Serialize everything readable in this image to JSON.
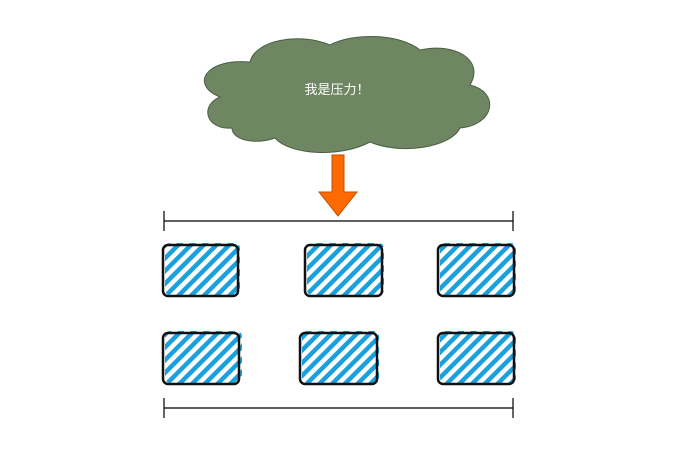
{
  "cloud": {
    "label": "我是压力！",
    "fill_color": "#6e8762",
    "stroke_color": "#4a5e42"
  },
  "arrow": {
    "color": "#ff6a00",
    "stroke_color": "#c24e00",
    "direction": "down"
  },
  "blocks": {
    "fill_color": "#1aa0dc",
    "border_color": "#111111",
    "rows": 2,
    "columns": 3,
    "style": "hatched"
  },
  "brackets": {
    "color": "#000000",
    "count": 2
  }
}
